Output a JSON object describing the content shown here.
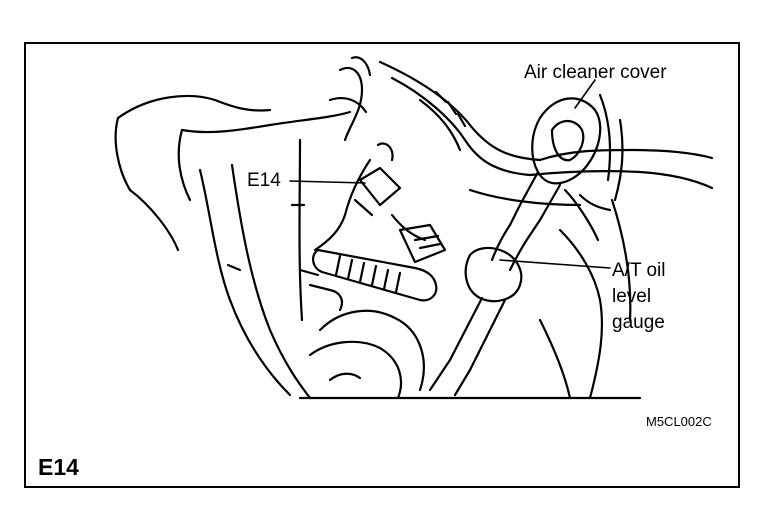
{
  "figure": {
    "title": "E14",
    "code": "M5CL002C",
    "callouts": {
      "air_cleaner_cover": "Air cleaner cover",
      "connector": "E14",
      "at_line1": "A/T oil",
      "at_line2": "level",
      "at_line3": "gauge"
    }
  },
  "colors": {
    "ink": "#000000",
    "paper": "#ffffff"
  }
}
